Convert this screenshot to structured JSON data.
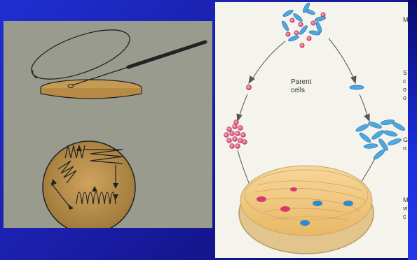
{
  "slide": {
    "background_color": "#1a26c0",
    "left_figure": {
      "name": "streak-plate-technique",
      "background_color": "#9a9b8f"
    },
    "right_figure": {
      "name": "isolation-of-pure-colonies",
      "background_color": "#f4f3ec",
      "parent_cells_label": "Parent\ncells",
      "side_text_fragments": [
        "M",
        "S",
        "c",
        "o",
        "o",
        "G",
        "n",
        "M",
        "vi",
        "c"
      ],
      "colony_colors": {
        "red": "#d83a6e",
        "blue": "#2f8ad0"
      }
    }
  }
}
